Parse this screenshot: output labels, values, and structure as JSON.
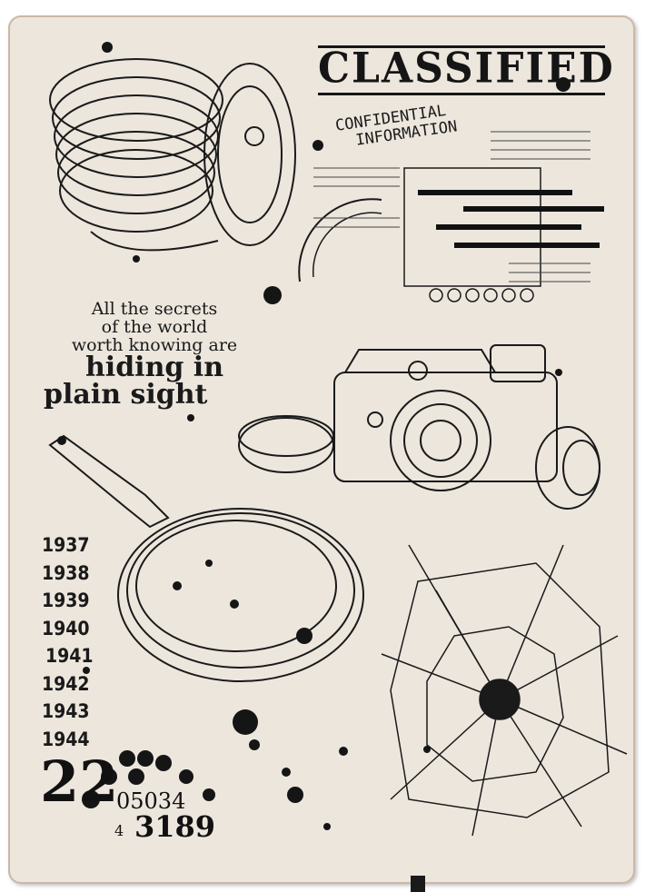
{
  "heading": "CLASSIFIED",
  "confidential": [
    "CONFIDENTIAL",
    "INFORMATION"
  ],
  "quote": {
    "lines_small": [
      "All the secrets",
      "of the world",
      "worth knowing are"
    ],
    "lines_large": [
      "hiding in",
      "plain sight"
    ]
  },
  "years": [
    "1937",
    "1938",
    "1939",
    "1940",
    "1941",
    "1942",
    "1943",
    "1944"
  ],
  "numbers": {
    "big": "22",
    "mid": "05034",
    "small": "4",
    "bottom": "3189"
  },
  "colors": {
    "paper": "#ece6dd",
    "ink": "#151515"
  },
  "icons": [
    "film-reels",
    "document-collage",
    "camera",
    "film-canister",
    "magnifying-glass",
    "cracked-glass",
    "ink-splatter"
  ]
}
